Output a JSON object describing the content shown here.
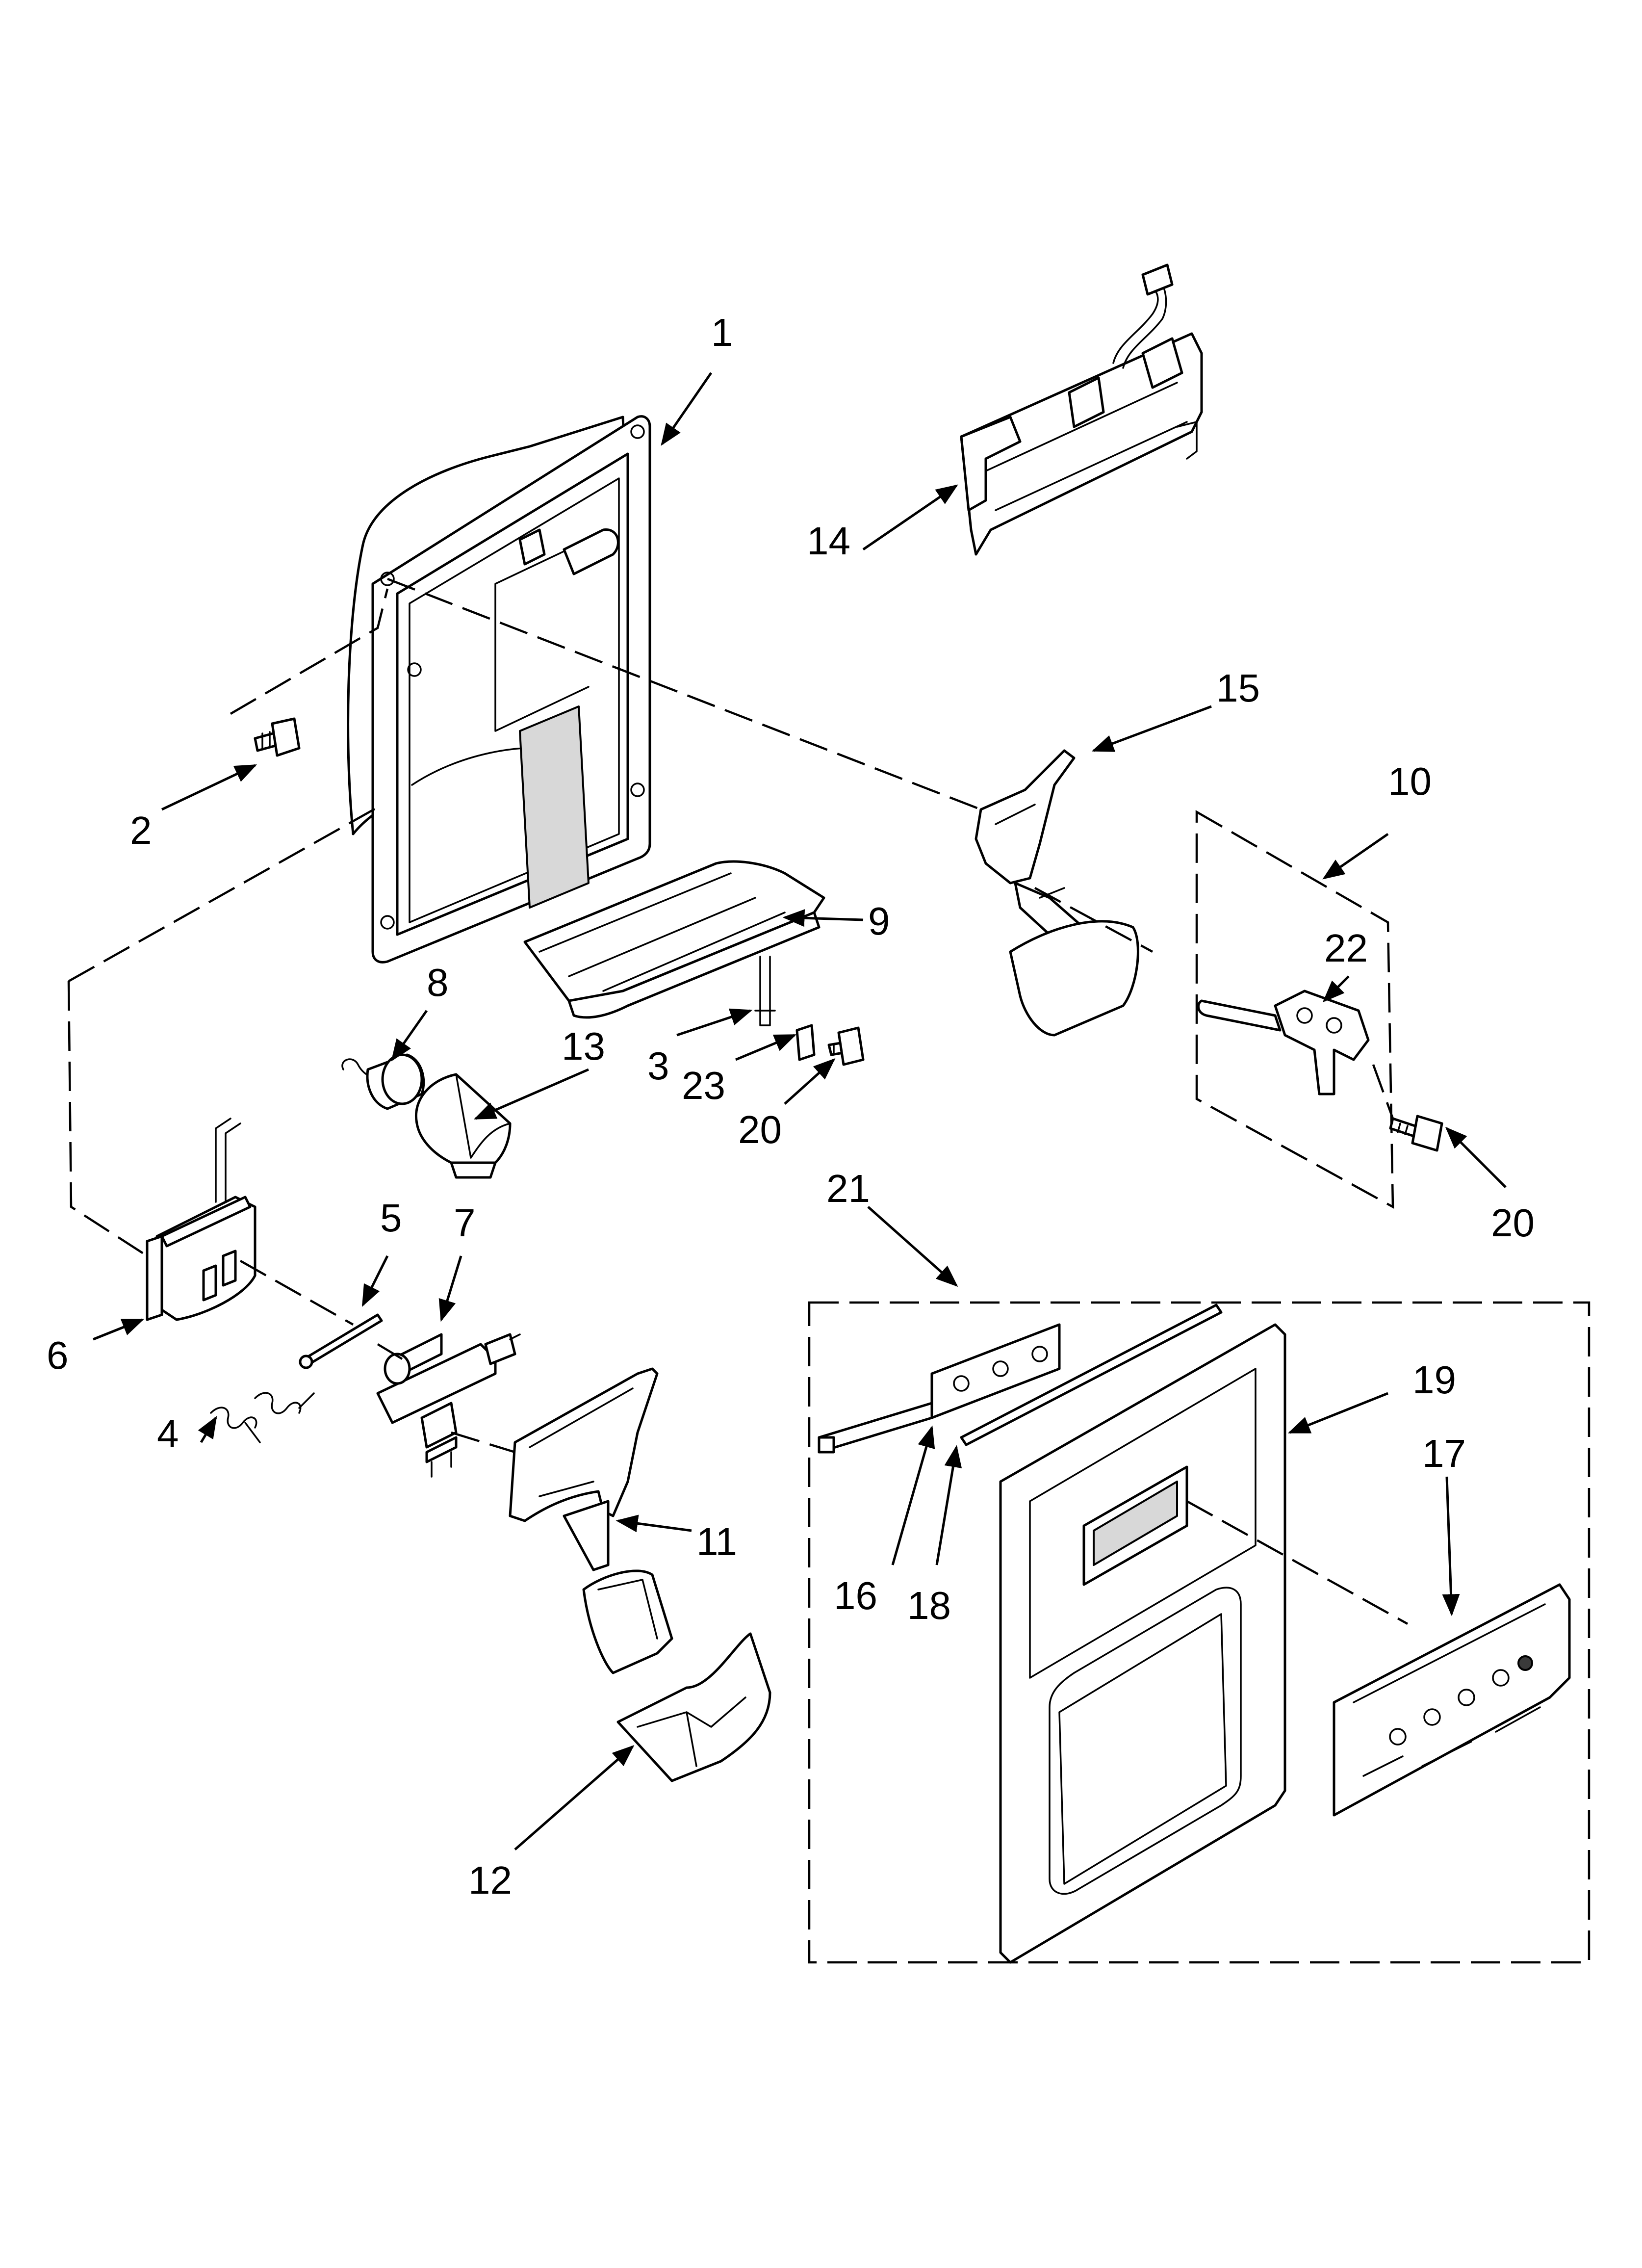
{
  "callouts": [
    {
      "id": "c1",
      "label": "1"
    },
    {
      "id": "c2",
      "label": "2"
    },
    {
      "id": "c3",
      "label": "3"
    },
    {
      "id": "c4",
      "label": "4"
    },
    {
      "id": "c5",
      "label": "5"
    },
    {
      "id": "c6",
      "label": "6"
    },
    {
      "id": "c7",
      "label": "7"
    },
    {
      "id": "c8",
      "label": "8"
    },
    {
      "id": "c9",
      "label": "9"
    },
    {
      "id": "c10",
      "label": "10"
    },
    {
      "id": "c11",
      "label": "11"
    },
    {
      "id": "c12",
      "label": "12"
    },
    {
      "id": "c13",
      "label": "13"
    },
    {
      "id": "c14",
      "label": "14"
    },
    {
      "id": "c15",
      "label": "15"
    },
    {
      "id": "c16",
      "label": "16"
    },
    {
      "id": "c17",
      "label": "17"
    },
    {
      "id": "c18",
      "label": "18"
    },
    {
      "id": "c19",
      "label": "19"
    },
    {
      "id": "c20a",
      "label": "20"
    },
    {
      "id": "c20b",
      "label": "20"
    },
    {
      "id": "c21",
      "label": "21"
    },
    {
      "id": "c22",
      "label": "22"
    },
    {
      "id": "c23",
      "label": "23"
    }
  ]
}
